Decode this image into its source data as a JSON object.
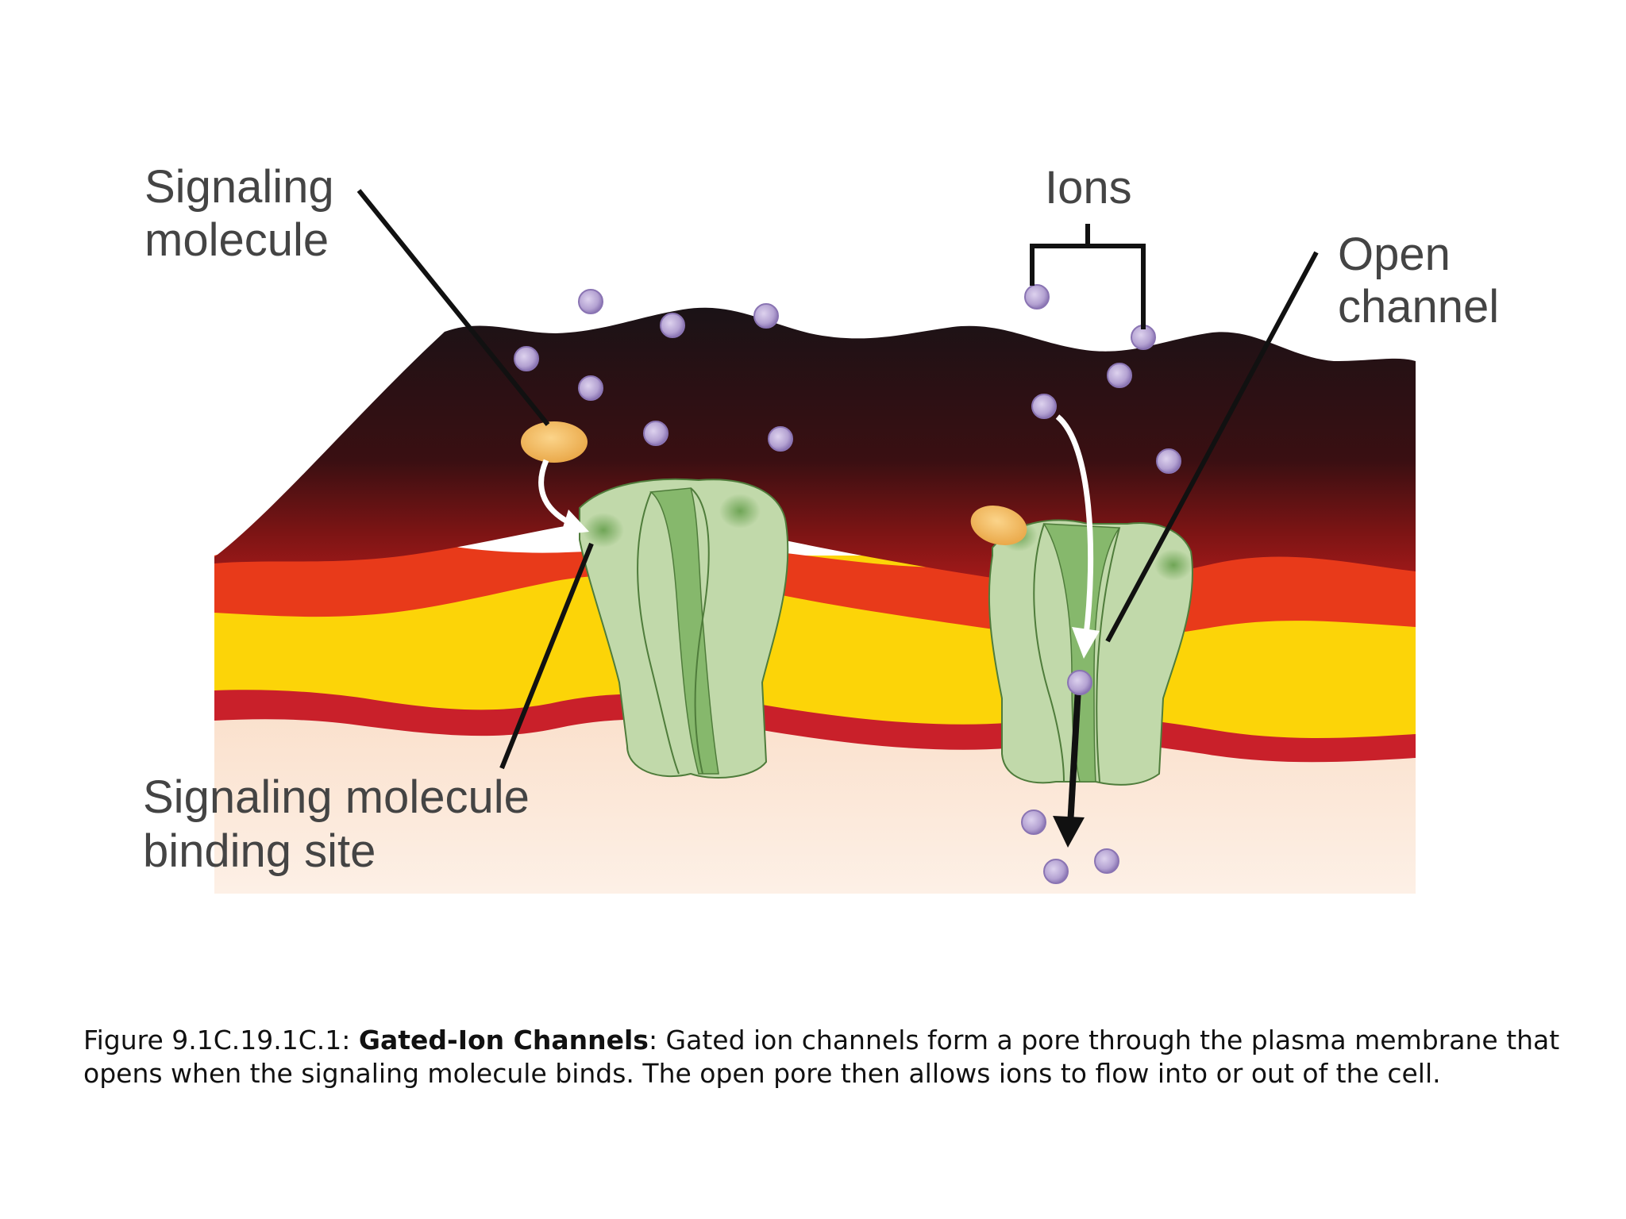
{
  "labels": {
    "signaling_molecule_line1": "Signaling",
    "signaling_molecule_line2": "molecule",
    "ions": "Ions",
    "open_channel_line1": "Open",
    "open_channel_line2": "channel",
    "binding_site_line1": "Signaling molecule",
    "binding_site_line2": "binding site"
  },
  "caption": {
    "figure_number": "Figure 9.1C.19.1C.1: ",
    "title": "Gated-Ion Channels",
    "text": ": Gated ion channels form a pore through the plasma membrane that opens when the signaling molecule binds. The open pore then allows ions to flow into or out of the cell."
  },
  "colors": {
    "extracellular_dark": "#1c1216",
    "membrane_red": "#c9202a",
    "membrane_orange": "#ee4b18",
    "membrane_yellow": "#fcd408",
    "cytoplasm": "#fbe3cf",
    "channel_green": "#bfd8a8",
    "channel_dark_green": "#7bad62",
    "ion": "#b7a6d4",
    "signaling_molecule": "#f2bd62"
  }
}
